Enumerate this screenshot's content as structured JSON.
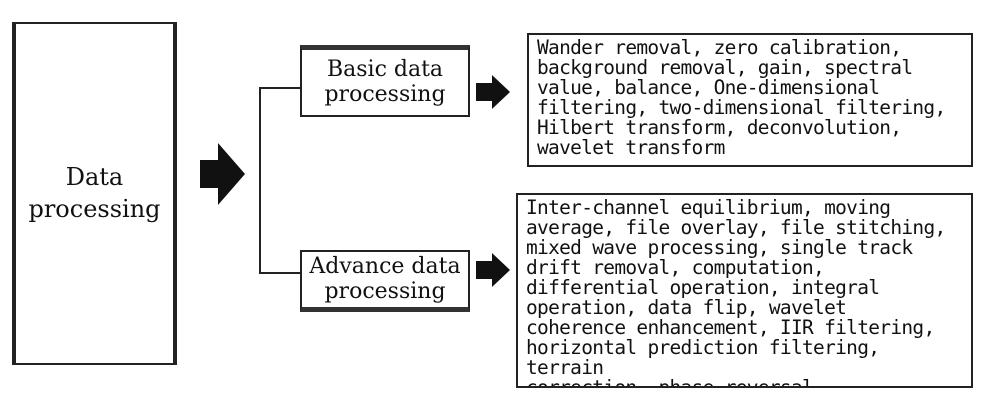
{
  "diagram": {
    "root": {
      "label": "Data processing"
    },
    "branches": [
      {
        "label": "Basic data processing",
        "description": "Wander removal, zero calibration, background removal, gain, spectral value, balance, One-dimensional filtering, two-dimensional filtering, Hilbert transform, deconvolution, wavelet transform"
      },
      {
        "label": "Advance data processing",
        "description": "Inter-channel equilibrium, moving average, file overlay, file stitching, mixed wave processing, single track drift removal, computation, differential operation, integral operation, data flip, wavelet coherence enhancement, IIR filtering, horizontal prediction filtering, terrain correction, phase reversal"
      }
    ]
  },
  "display": {
    "root_lines": "Data\nprocessing",
    "basic_lines": "Basic data\nprocessing",
    "advance_lines": "Advance data\nprocessing",
    "basic_desc_lines": "Wander removal, zero calibration,\nbackground removal, gain, spectral\nvalue, balance, One-dimensional\nfiltering, two-dimensional filtering,\nHilbert transform, deconvolution,\nwavelet transform",
    "advance_desc_lines": "Inter-channel equilibrium, moving\naverage, file overlay, file stitching,\nmixed wave processing, single track\ndrift removal, computation,\ndifferential operation, integral\noperation, data flip, wavelet\ncoherence enhancement, IIR filtering,\nhorizontal prediction filtering, terrain\ncorrection, phase reversal"
  },
  "colors": {
    "stroke": "#222222",
    "arrow": "#111111",
    "background": "#ffffff"
  }
}
